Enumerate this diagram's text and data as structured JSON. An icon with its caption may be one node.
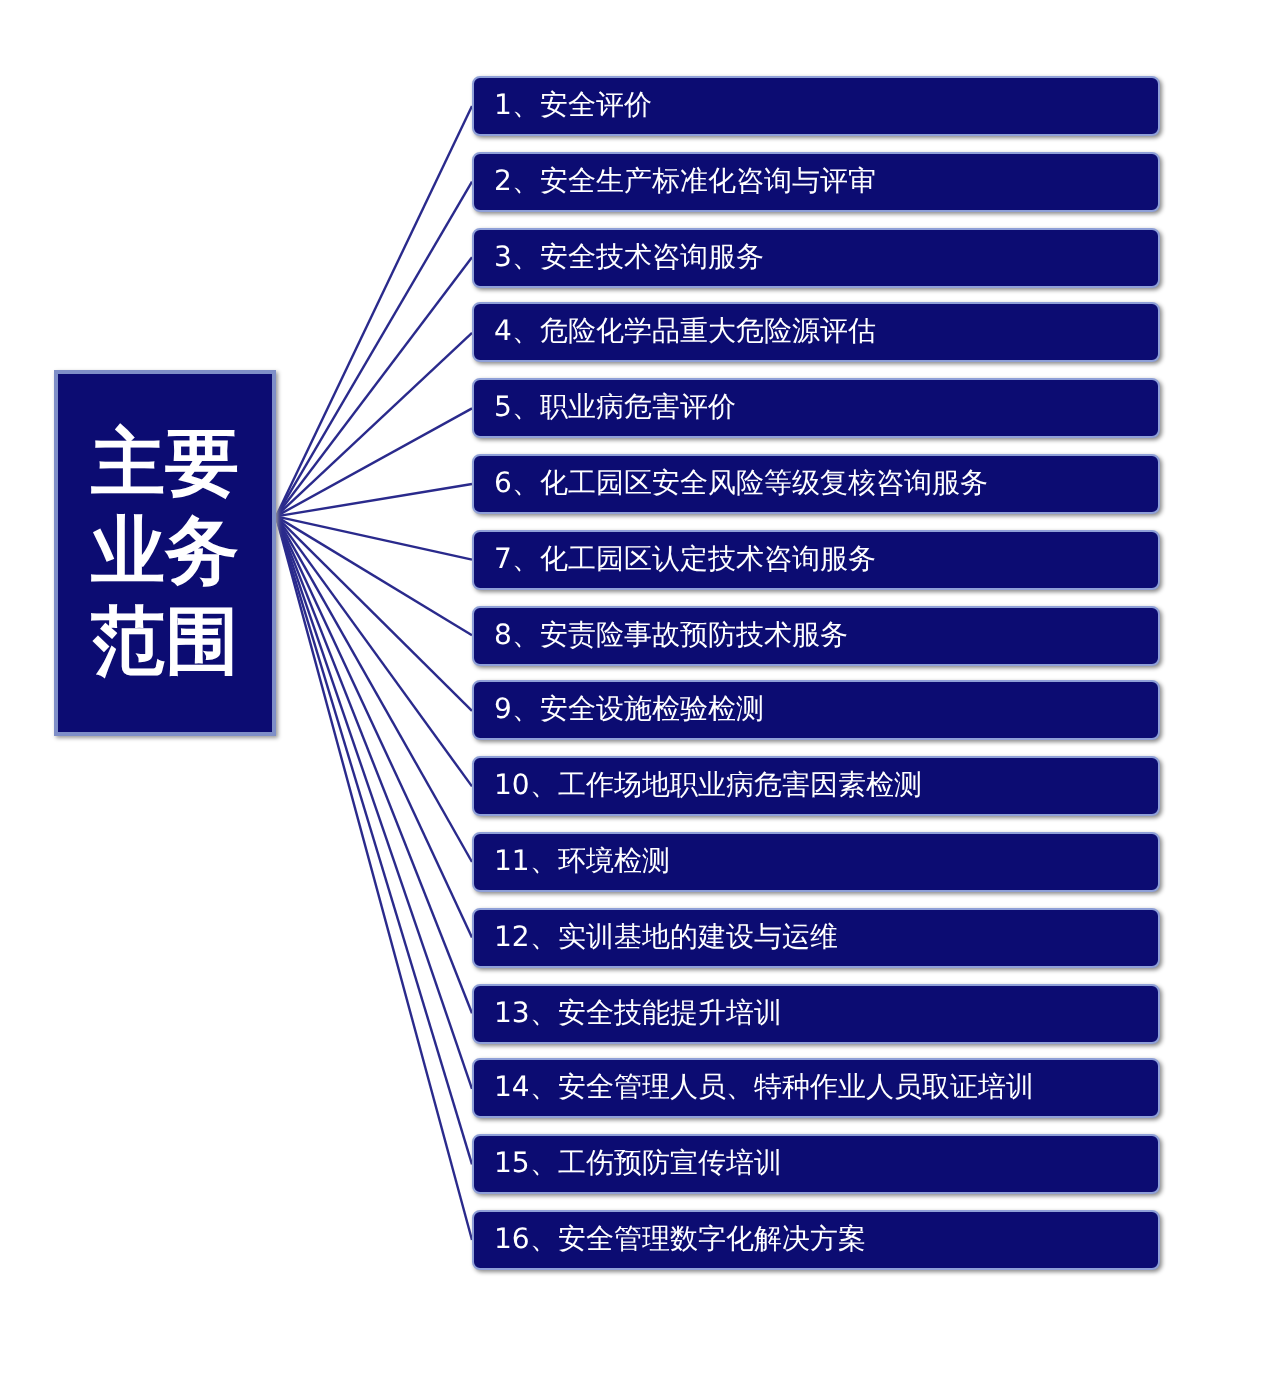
{
  "diagram": {
    "nodes": [
      {
        "text": [
          "主要业务范围"
        ]
      },
      {
        "text": [
          "1、安全评价"
        ]
      },
      {
        "text": [
          "2、安全生产标准化咨询与评审"
        ]
      },
      {
        "text": [
          "3、安全技术咨询服务"
        ]
      },
      {
        "text": [
          "4、危险化学品重大危险源评估"
        ]
      },
      {
        "text": [
          "5、职业病危害评价"
        ]
      },
      {
        "text": [
          "6、化工园区安全风险等级复核咨询服务"
        ]
      },
      {
        "text": [
          "7、化工园区认定技术咨询服务"
        ]
      },
      {
        "text": [
          "8、安责险事故预防技术服务"
        ]
      },
      {
        "text": [
          "9、安全设施检验检测"
        ]
      },
      {
        "text": [
          "10、工作场地职业病危害因素检测"
        ]
      },
      {
        "text": [
          "11、环境检测"
        ]
      },
      {
        "text": [
          "12、实训基地的建设与运维"
        ]
      },
      {
        "text": [
          "13、安全技能提升培训"
        ]
      },
      {
        "text": [
          "14、安全管理人员、特种作业人员取证培训"
        ]
      },
      {
        "text": [
          "15、工伤预防宣传培训"
        ]
      },
      {
        "text": [
          "16、安全管理数字化解决方案"
        ]
      }
    ],
    "edges": [
      {
        "from": 0,
        "to": 1,
        "arrow": "none"
      },
      {
        "from": 0,
        "to": 2,
        "arrow": "none"
      },
      {
        "from": 0,
        "to": 3,
        "arrow": "none"
      },
      {
        "from": 0,
        "to": 4,
        "arrow": "none"
      },
      {
        "from": 0,
        "to": 5,
        "arrow": "none"
      },
      {
        "from": 0,
        "to": 6,
        "arrow": "none"
      },
      {
        "from": 0,
        "to": 7,
        "arrow": "none"
      },
      {
        "from": 0,
        "to": 8,
        "arrow": "none"
      },
      {
        "from": 0,
        "to": 9,
        "arrow": "none"
      },
      {
        "from": 0,
        "to": 10,
        "arrow": "none"
      },
      {
        "from": 0,
        "to": 11,
        "arrow": "none"
      },
      {
        "from": 0,
        "to": 12,
        "arrow": "none"
      },
      {
        "from": 0,
        "to": 13,
        "arrow": "none"
      },
      {
        "from": 0,
        "to": 14,
        "arrow": "none"
      },
      {
        "from": 0,
        "to": 15,
        "arrow": "none"
      },
      {
        "from": 0,
        "to": 16,
        "arrow": "none"
      }
    ]
  }
}
